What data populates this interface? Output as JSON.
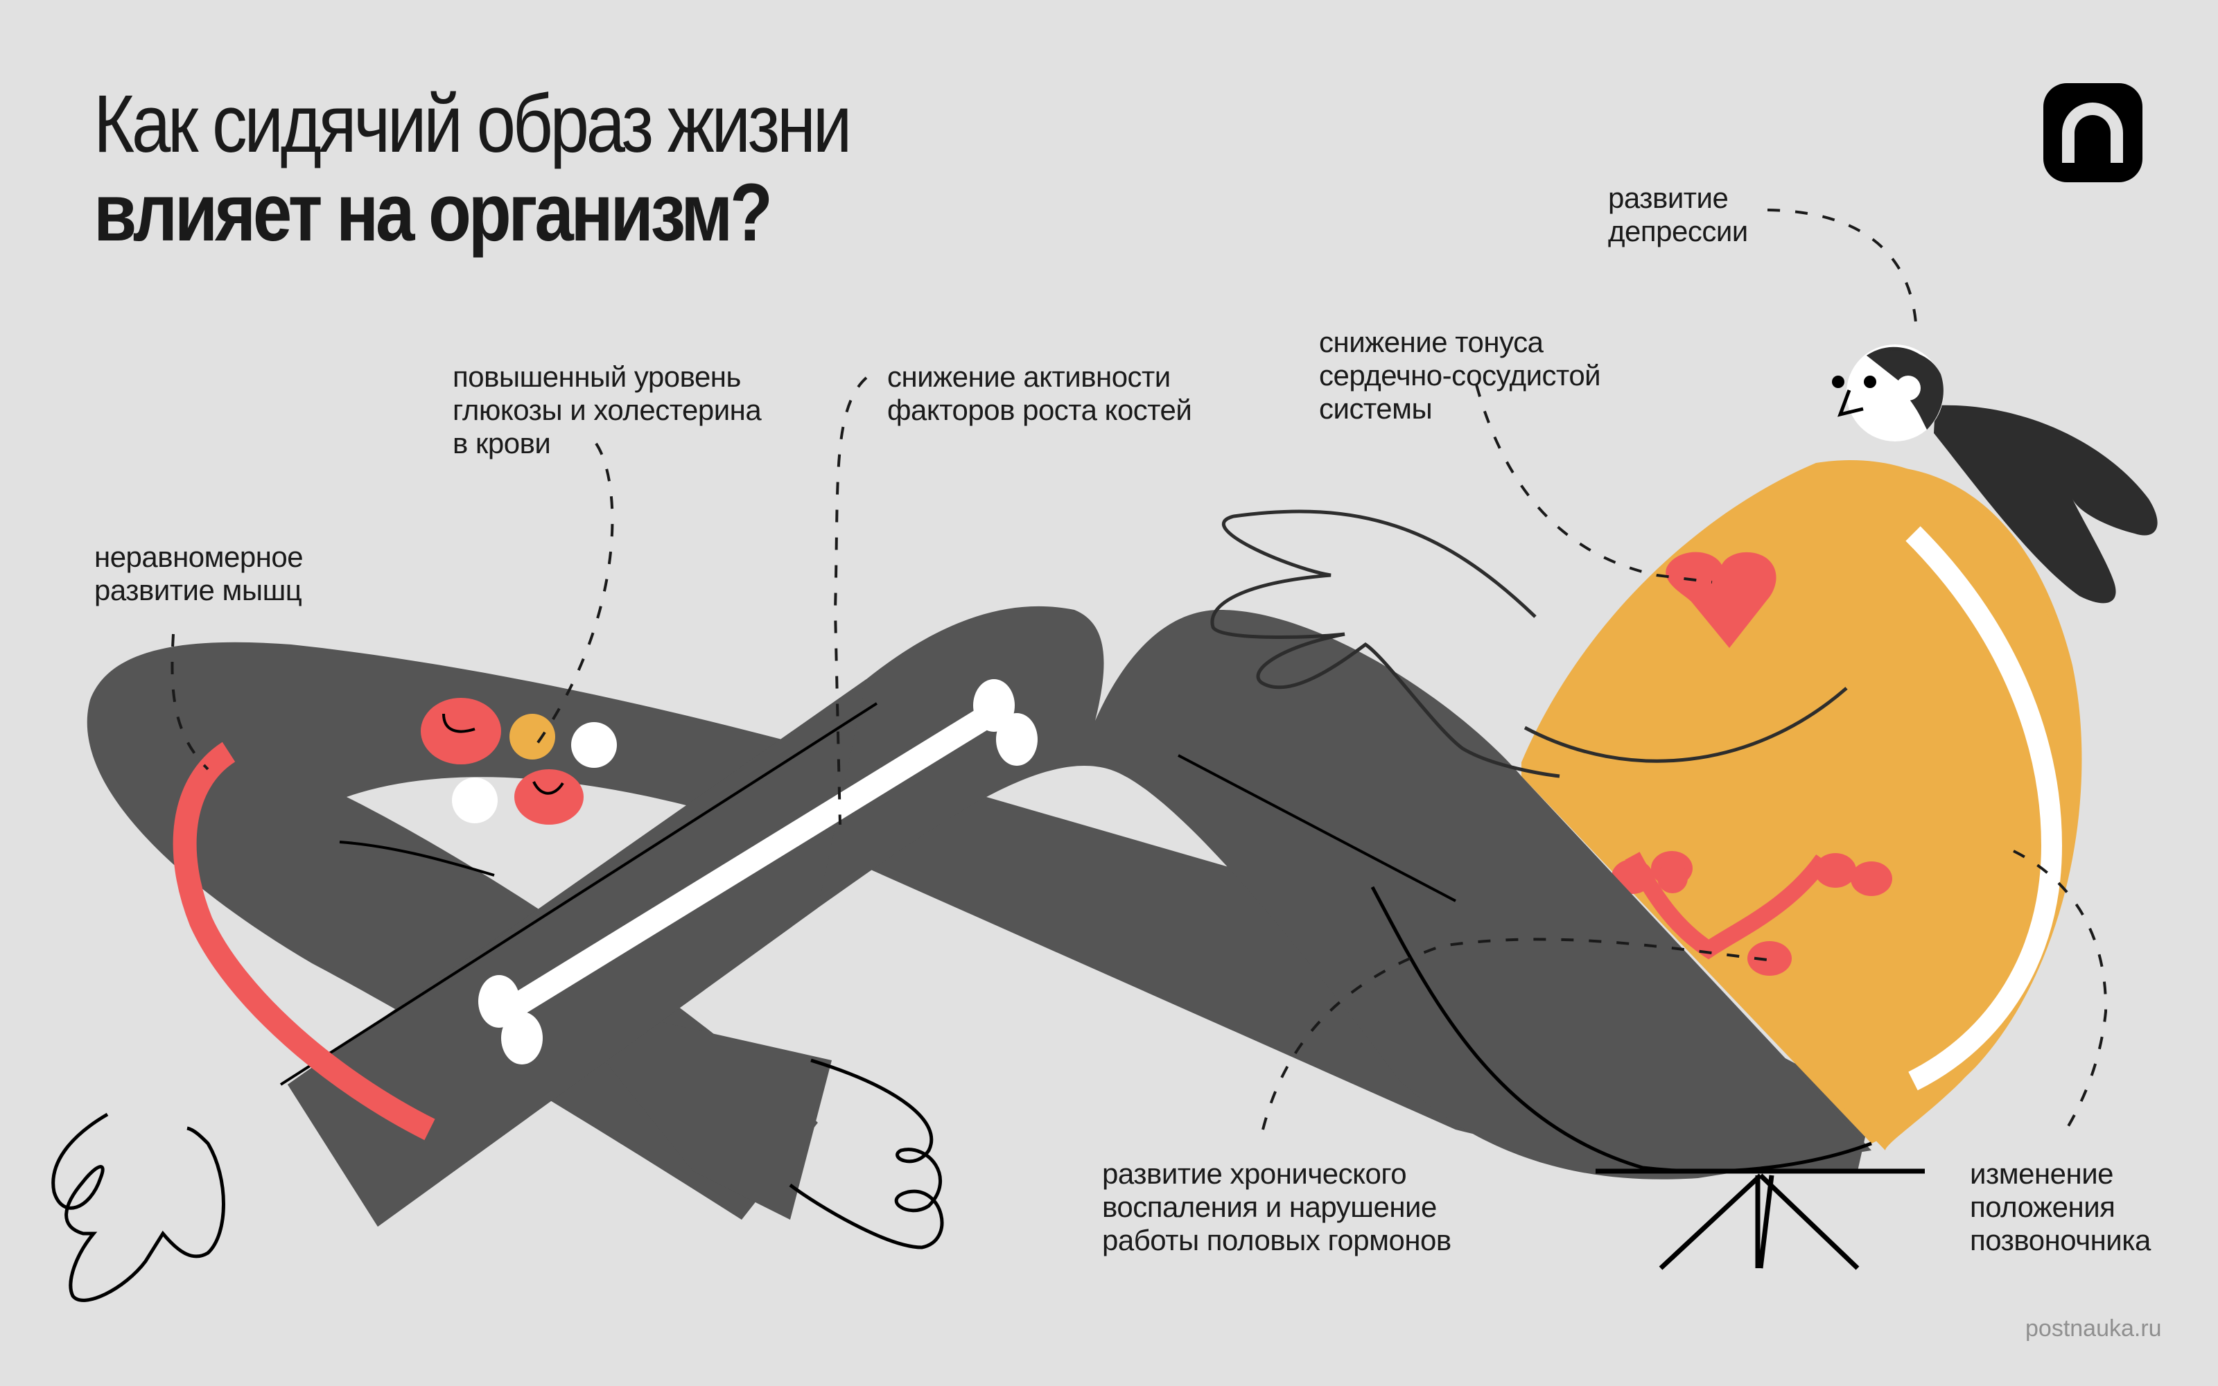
{
  "title": {
    "line1": "Как сидячий образ жизни",
    "line2": "влияет на организм?"
  },
  "logo": {
    "icon": "postnauka-n-logo",
    "bg_color": "#000000",
    "fg_color": "#e1e1e1"
  },
  "labels": {
    "depression": "развитие\nдепрессии",
    "glucose": "повышенный уровень\nглюкозы и холестерина\nв крови",
    "bones": "снижение активности\nфакторов роста костей",
    "cardio": "снижение тонуса\nсердечно-сосудистой\nсистемы",
    "muscles": "неравномерное\nразвитие мышц",
    "inflammation": "развитие хронического\nвоспаления и нарушение\nработы половых гормонов",
    "spine": "изменение\nположения\nпозвоночника"
  },
  "footer": {
    "site": "postnauka.ru"
  },
  "colors": {
    "background": "#e1e1e1",
    "legs": "#555555",
    "torso": "#edaf48",
    "accent_red": "#f05a5a",
    "bone": "#ffffff",
    "hair": "#2d2d2d",
    "ink": "#111111"
  },
  "illustration": {
    "icons": [
      "heart-icon",
      "bone-icon",
      "reproductive-organs-icon",
      "spine-icon",
      "blood-cells-icon",
      "muscle-arc-icon",
      "person-head-icon",
      "stool-icon"
    ]
  }
}
